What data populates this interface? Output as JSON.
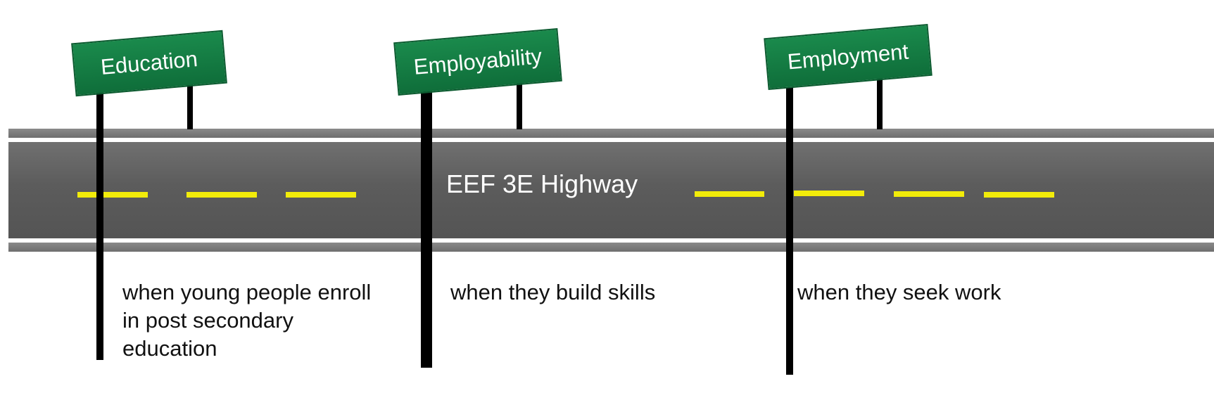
{
  "diagram": {
    "road_label": "EEF 3E Highway",
    "signs": [
      {
        "label": "Education"
      },
      {
        "label": "Employability"
      },
      {
        "label": "Employment"
      }
    ],
    "captions": [
      {
        "lines": [
          "when young people enroll",
          "in post secondary",
          "education"
        ]
      },
      {
        "lines": [
          "when they build skills"
        ]
      },
      {
        "lines": [
          "when they seek work"
        ]
      }
    ],
    "colors": {
      "sign_green": "#137c42",
      "lane_dash": "#f2ec0a",
      "asphalt": "#5c5c5c"
    }
  }
}
